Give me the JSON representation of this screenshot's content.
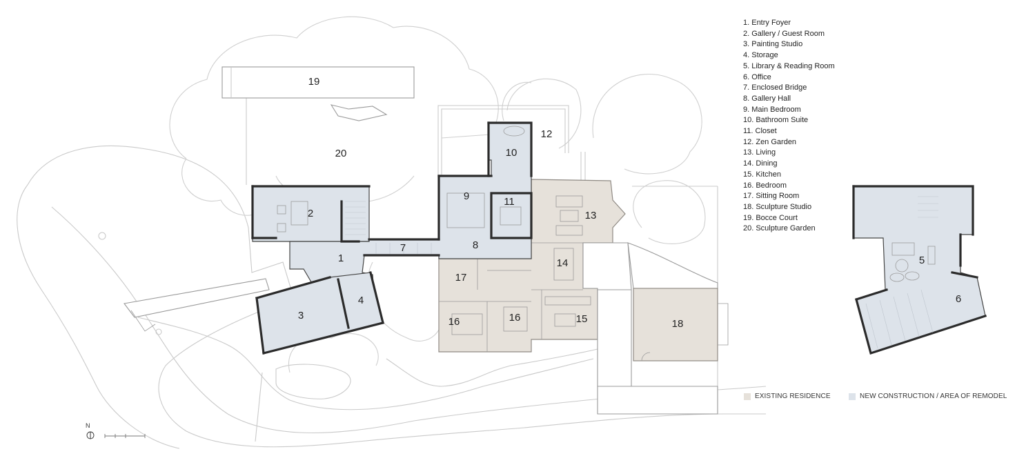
{
  "rooms": [
    {
      "num": "1",
      "name": "Entry Foyer"
    },
    {
      "num": "2",
      "name": "Gallery / Guest Room"
    },
    {
      "num": "3",
      "name": "Painting Studio"
    },
    {
      "num": "4",
      "name": "Storage"
    },
    {
      "num": "5",
      "name": "Library & Reading Room"
    },
    {
      "num": "6",
      "name": "Office"
    },
    {
      "num": "7",
      "name": "Enclosed Bridge"
    },
    {
      "num": "8",
      "name": "Gallery Hall"
    },
    {
      "num": "9",
      "name": "Main Bedroom"
    },
    {
      "num": "10",
      "name": "Bathroom Suite"
    },
    {
      "num": "11",
      "name": "Closet"
    },
    {
      "num": "12",
      "name": "Zen Garden"
    },
    {
      "num": "13",
      "name": "Living"
    },
    {
      "num": "14",
      "name": "Dining"
    },
    {
      "num": "15",
      "name": "Kitchen"
    },
    {
      "num": "16",
      "name": "Bedroom"
    },
    {
      "num": "17",
      "name": "Sitting Room"
    },
    {
      "num": "18",
      "name": "Sculpture Studio"
    },
    {
      "num": "19",
      "name": "Bocce Court"
    },
    {
      "num": "20",
      "name": "Sculpture Garden"
    }
  ],
  "legend_items": [
    "1. Entry Foyer",
    "2. Gallery / Guest Room",
    "3. Painting Studio",
    "4. Storage",
    "5. Library & Reading Room",
    "6. Office",
    "7. Enclosed Bridge",
    "8. Gallery Hall",
    "9. Main Bedroom",
    "10. Bathroom Suite",
    "11. Closet",
    "12. Zen Garden",
    "13. Living",
    "14. Dining",
    "15. Kitchen",
    "16. Bedroom",
    "17. Sitting Room",
    "18. Sculpture Studio",
    "19. Bocce Court",
    "20. Sculpture Garden"
  ],
  "labels": {
    "r1": "1",
    "r2": "2",
    "r3": "3",
    "r4": "4",
    "r5": "5",
    "r6": "6",
    "r7": "7",
    "r8": "8",
    "r9": "9",
    "r10": "10",
    "r11": "11",
    "r12": "12",
    "r13": "13",
    "r14": "14",
    "r15": "15",
    "r16a": "16",
    "r16b": "16",
    "r17": "17",
    "r18": "18",
    "r19": "19",
    "r20": "20"
  },
  "key": {
    "existing": {
      "label": "EXISTING RESIDENCE",
      "color": "#e6e1da"
    },
    "new": {
      "label": "NEW CONSTRUCTION / AREA OF REMODEL",
      "color": "#dde3ea"
    }
  },
  "north_label": "N"
}
